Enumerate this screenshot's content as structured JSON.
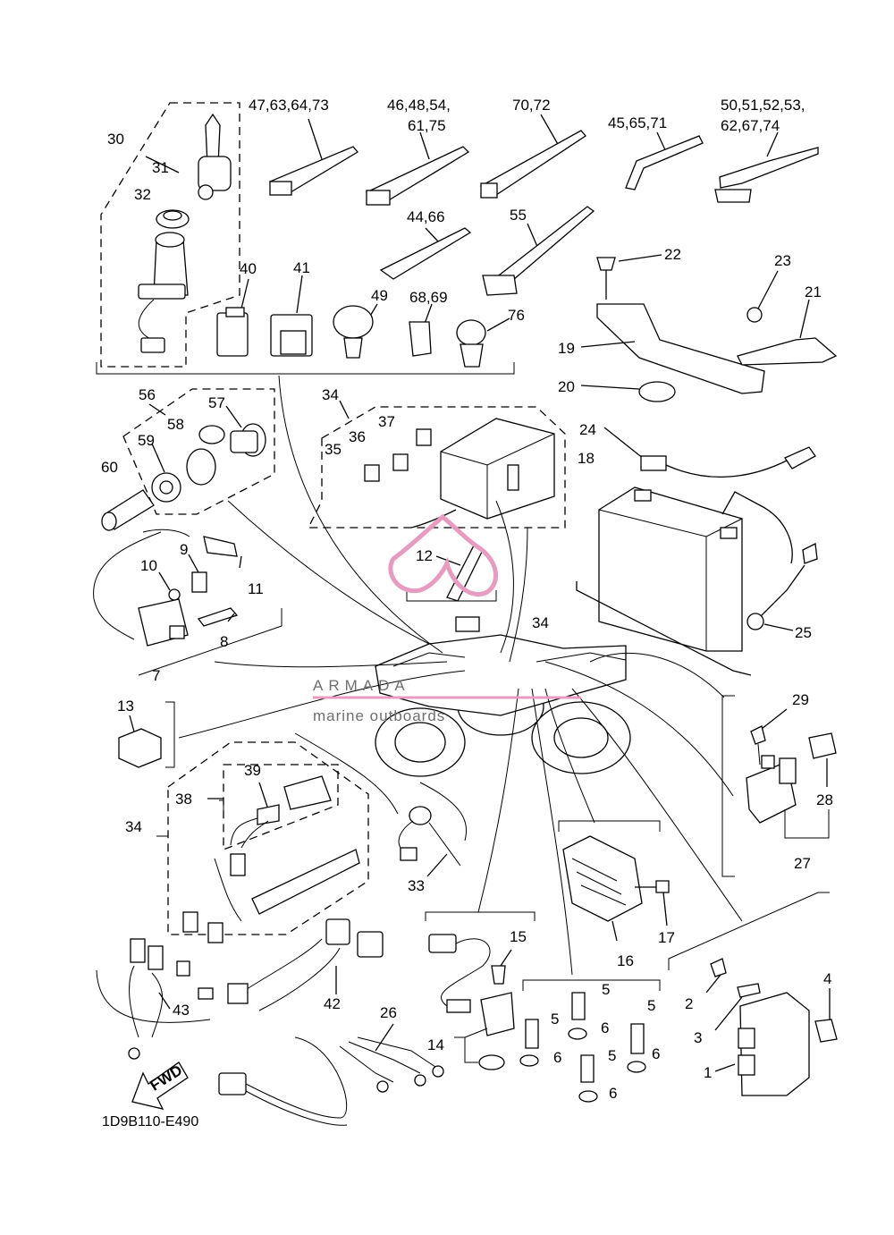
{
  "diagram": {
    "drawing_code": "1D9B110-E490",
    "callouts": [
      {
        "id": "c-47",
        "text": "47,63,64,73"
      },
      {
        "id": "c-46a",
        "text": "46,48,54,"
      },
      {
        "id": "c-46b",
        "text": "61,75"
      },
      {
        "id": "c-70",
        "text": "70,72"
      },
      {
        "id": "c-45",
        "text": "45,65,71"
      },
      {
        "id": "c-50a",
        "text": "50,51,52,53,"
      },
      {
        "id": "c-50b",
        "text": "62,67,74"
      },
      {
        "id": "c-30",
        "text": "30"
      },
      {
        "id": "c-31",
        "text": "31"
      },
      {
        "id": "c-32",
        "text": "32"
      },
      {
        "id": "c-40",
        "text": "40"
      },
      {
        "id": "c-41",
        "text": "41"
      },
      {
        "id": "c-44",
        "text": "44,66"
      },
      {
        "id": "c-55",
        "text": "55"
      },
      {
        "id": "c-49",
        "text": "49"
      },
      {
        "id": "c-68",
        "text": "68,69"
      },
      {
        "id": "c-76",
        "text": "76"
      },
      {
        "id": "c-22",
        "text": "22"
      },
      {
        "id": "c-23",
        "text": "23"
      },
      {
        "id": "c-21",
        "text": "21"
      },
      {
        "id": "c-19",
        "text": "19"
      },
      {
        "id": "c-20",
        "text": "20"
      },
      {
        "id": "c-56",
        "text": "56"
      },
      {
        "id": "c-57",
        "text": "57"
      },
      {
        "id": "c-58",
        "text": "58"
      },
      {
        "id": "c-59",
        "text": "59"
      },
      {
        "id": "c-60",
        "text": "60"
      },
      {
        "id": "c-34a",
        "text": "34"
      },
      {
        "id": "c-37",
        "text": "37"
      },
      {
        "id": "c-36",
        "text": "36"
      },
      {
        "id": "c-35",
        "text": "35"
      },
      {
        "id": "c-24",
        "text": "24"
      },
      {
        "id": "c-18",
        "text": "18"
      },
      {
        "id": "c-9",
        "text": "9"
      },
      {
        "id": "c-10",
        "text": "10"
      },
      {
        "id": "c-11",
        "text": "11"
      },
      {
        "id": "c-12",
        "text": "12"
      },
      {
        "id": "c-8",
        "text": "8"
      },
      {
        "id": "c-7",
        "text": "7"
      },
      {
        "id": "c-34b",
        "text": "34"
      },
      {
        "id": "c-25",
        "text": "25"
      },
      {
        "id": "c-13",
        "text": "13"
      },
      {
        "id": "c-29",
        "text": "29"
      },
      {
        "id": "c-28",
        "text": "28"
      },
      {
        "id": "c-27",
        "text": "27"
      },
      {
        "id": "c-39",
        "text": "39"
      },
      {
        "id": "c-38",
        "text": "38"
      },
      {
        "id": "c-34c",
        "text": "34"
      },
      {
        "id": "c-33",
        "text": "33"
      },
      {
        "id": "c-17",
        "text": "17"
      },
      {
        "id": "c-16",
        "text": "16"
      },
      {
        "id": "c-15",
        "text": "15"
      },
      {
        "id": "c-43",
        "text": "43"
      },
      {
        "id": "c-42",
        "text": "42"
      },
      {
        "id": "c-26",
        "text": "26"
      },
      {
        "id": "c-14",
        "text": "14"
      },
      {
        "id": "c-5a",
        "text": "5"
      },
      {
        "id": "c-5b",
        "text": "5"
      },
      {
        "id": "c-5c",
        "text": "5"
      },
      {
        "id": "c-5d",
        "text": "5"
      },
      {
        "id": "c-6a",
        "text": "6"
      },
      {
        "id": "c-6b",
        "text": "6"
      },
      {
        "id": "c-6c",
        "text": "6"
      },
      {
        "id": "c-6d",
        "text": "6"
      },
      {
        "id": "c-2",
        "text": "2"
      },
      {
        "id": "c-3",
        "text": "3"
      },
      {
        "id": "c-4",
        "text": "4"
      },
      {
        "id": "c-1",
        "text": "1"
      }
    ],
    "fwd_label": "FWD"
  },
  "watermark": {
    "title": "ARMADA",
    "subtitle": "marine outboards",
    "color": "#e89bbf"
  }
}
